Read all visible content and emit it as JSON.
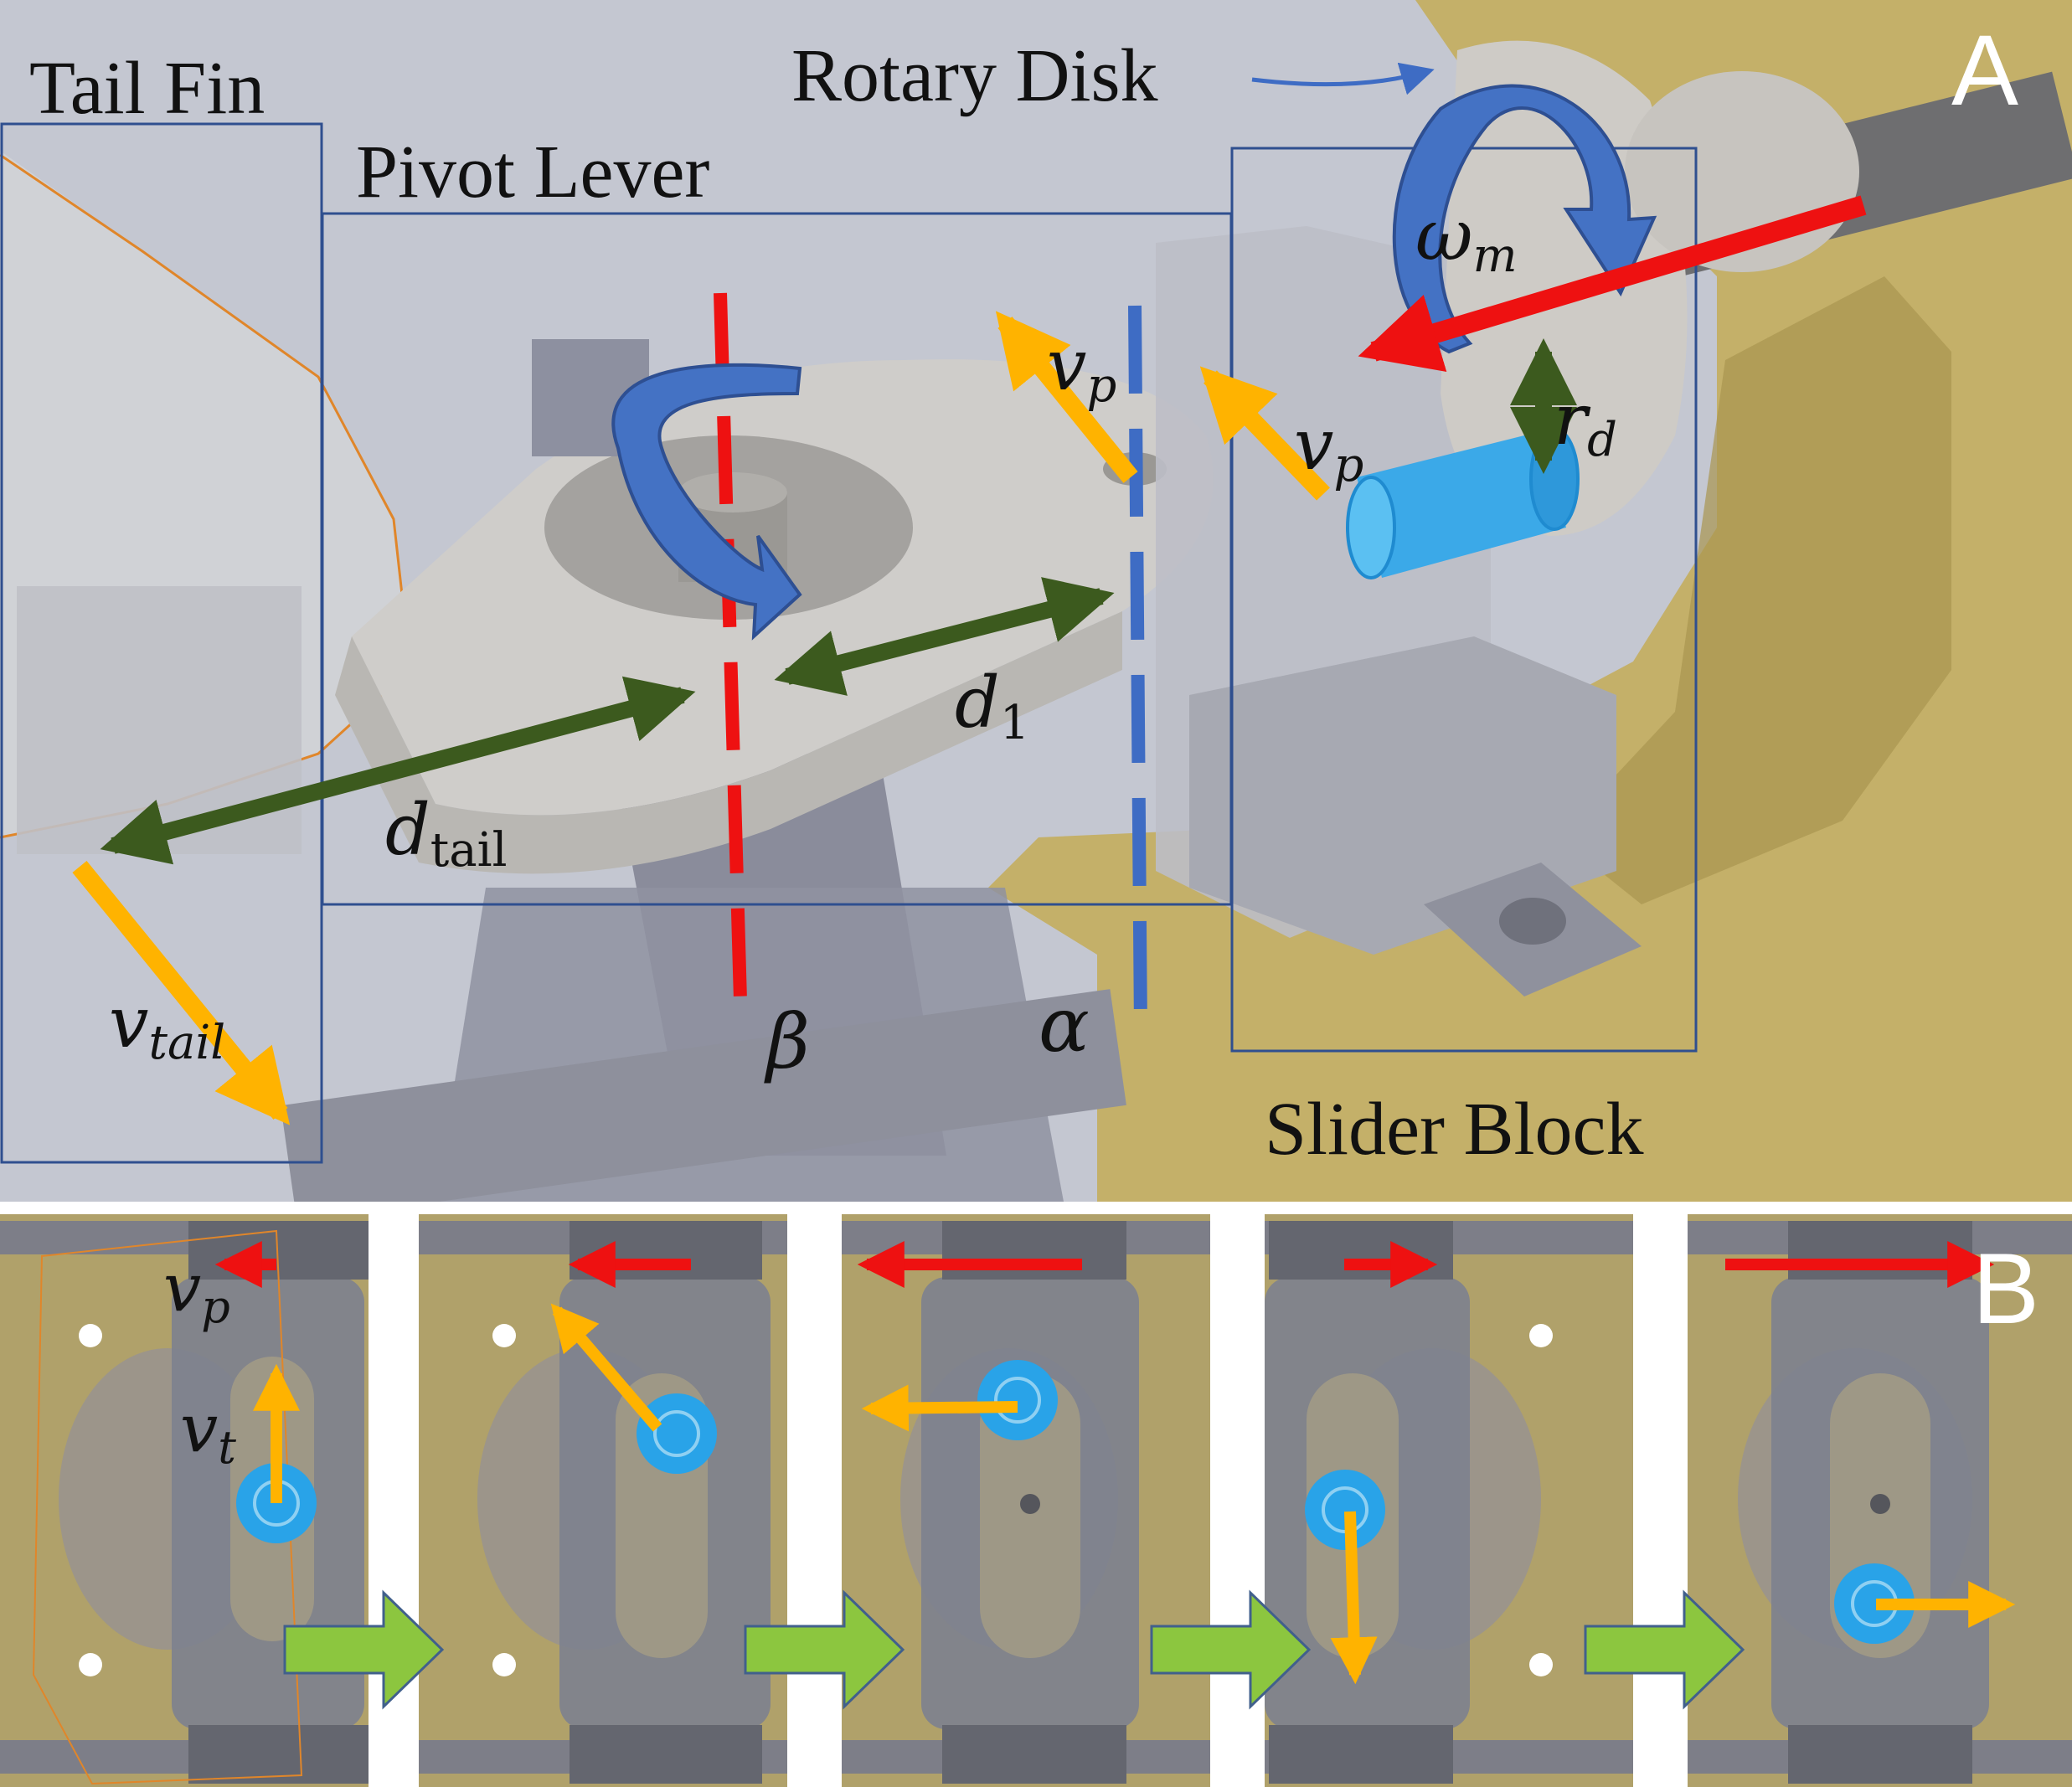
{
  "panel_a": {
    "letter": "A",
    "labels": {
      "tail_fin": "Tail Fin",
      "pivot_lever": "Pivot Lever",
      "rotary_disk": "Rotary Disk",
      "slider_block": "Slider Block"
    },
    "symbols": {
      "omega_main": "ω",
      "omega_sub": "m",
      "vp_main": "v",
      "vp_sub": "p",
      "rd_main": "r",
      "rd_sub": "d",
      "d1_main": "d",
      "d1_sub": "1",
      "dtail_main": "d",
      "dtail_sub": "tail",
      "vtail_main": "v",
      "vtail_sub": "tail",
      "beta": "β",
      "alpha": "α"
    }
  },
  "panel_b": {
    "letter": "B",
    "symbols": {
      "vp_main": "v",
      "vp_sub": "p",
      "vt_main": "v",
      "vt_sub": "t"
    }
  },
  "colors": {
    "velocity_arrow": "#FFB300",
    "slider_arrow": "#EE1111",
    "distance_arrow": "#3C5A1E",
    "rotation_arrow": "#3E6CC4",
    "step_arrow": "#8CC63F",
    "axis_red": "#EE1111",
    "axis_blue": "#3E6CC4",
    "callout_box": "#2F4F8F",
    "pin": "#29A3E8"
  }
}
